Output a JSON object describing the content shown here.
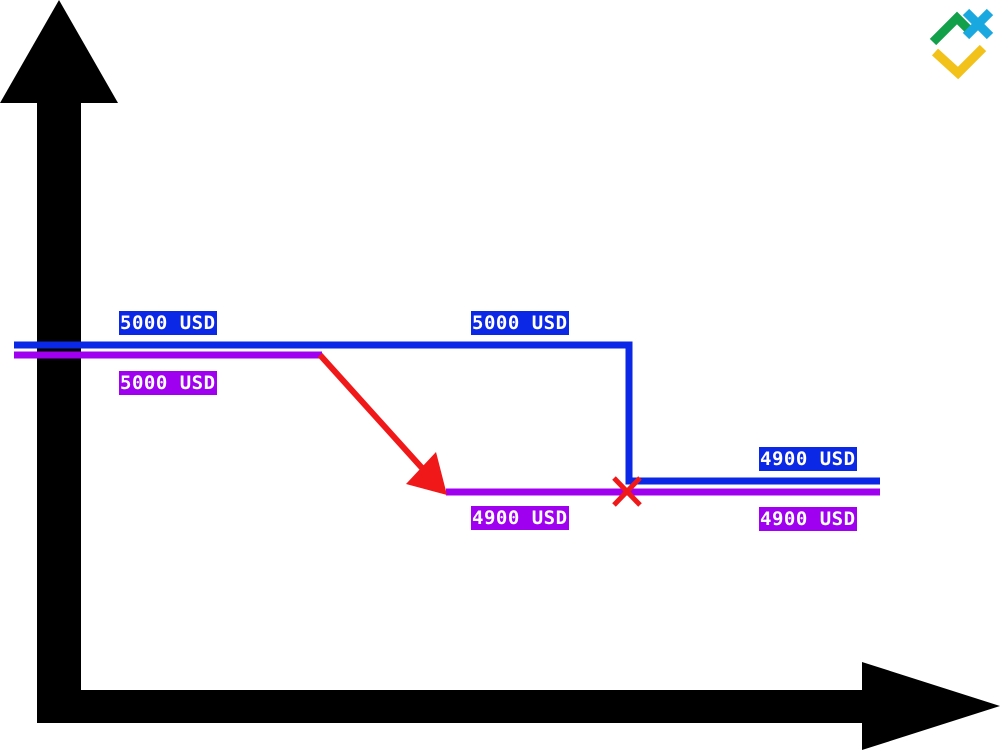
{
  "colors": {
    "balance_line": "#0a28e6",
    "equity_line": "#a000f0",
    "drop_arrow": "#f01818",
    "close_mark": "#f01818",
    "axes": "#000000",
    "logo_green": "#12a04a",
    "logo_blue": "#1aa8e0",
    "logo_yellow": "#f2c21a"
  },
  "labels": {
    "balance_start": "5000 USD",
    "balance_mid": "5000 USD",
    "balance_end": "4900 USD",
    "equity_start": "5000 USD",
    "equity_mid": "4900 USD",
    "equity_end": "4900 USD"
  },
  "icons": {
    "logo": "brand-logo-icon",
    "close_mark": "close-cross-icon",
    "drop_arrow": "down-arrow-icon"
  }
}
